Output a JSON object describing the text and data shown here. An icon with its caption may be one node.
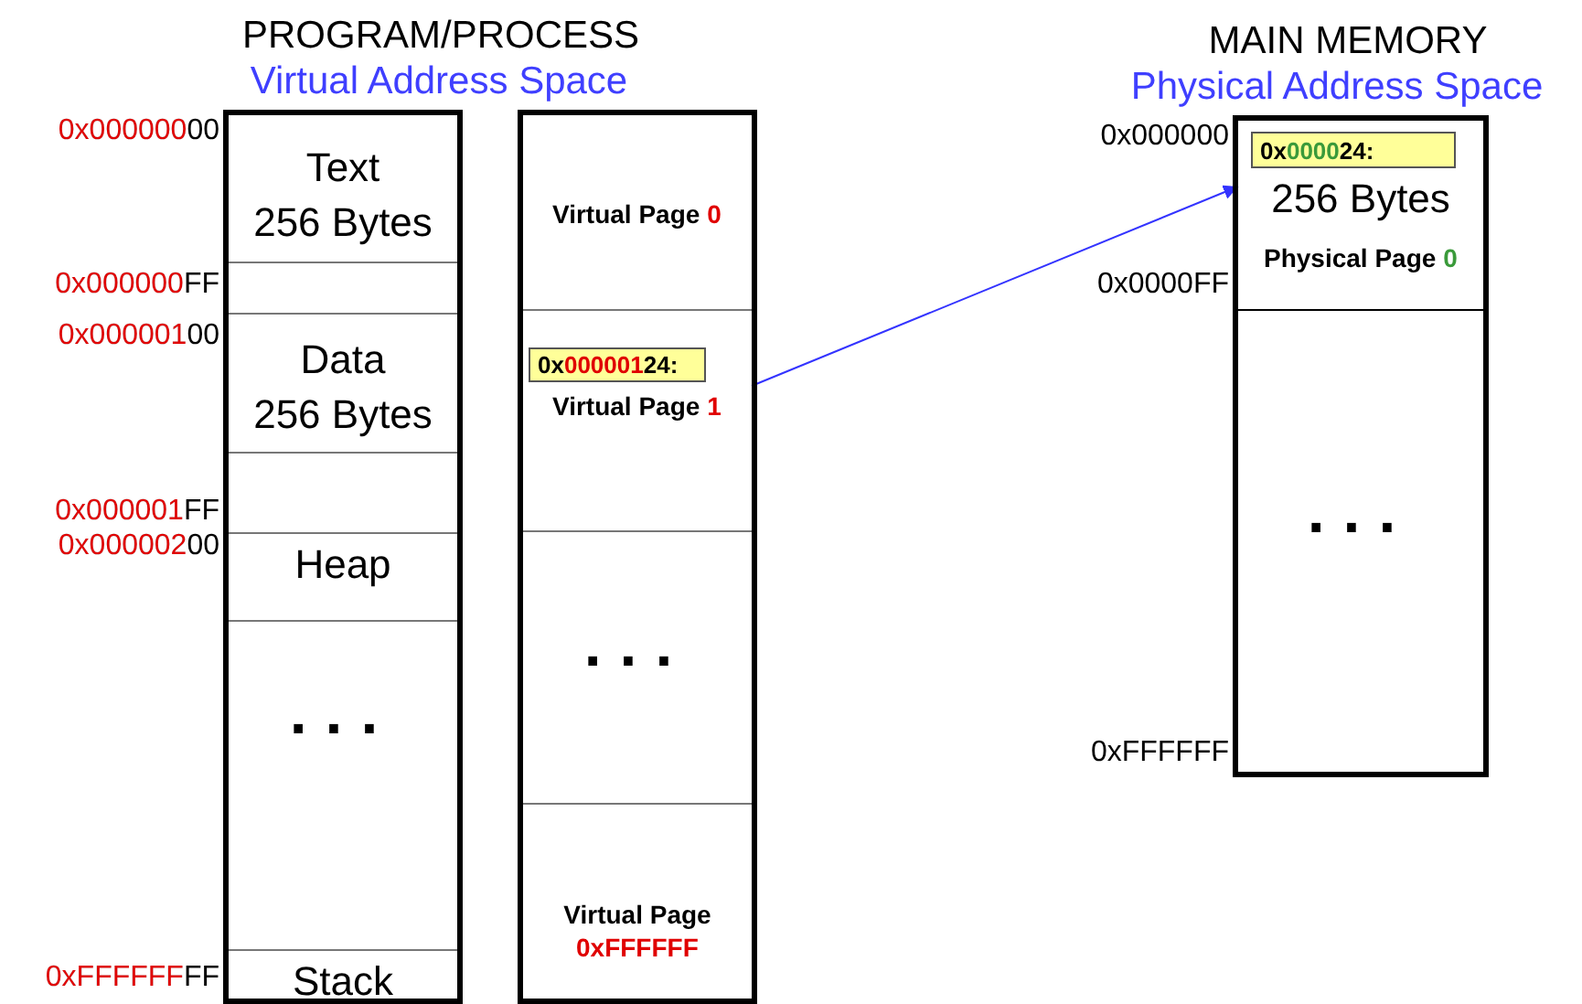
{
  "diagram": {
    "nodes": [
      {
        "text": [
          "Text",
          "256 Bytes"
        ]
      },
      {
        "text": [],
        "shape": "box"
      },
      {
        "text": [
          "Data",
          "256 Bytes"
        ]
      },
      {
        "text": [],
        "shape": "box"
      },
      {
        "text": [
          "Heap"
        ]
      },
      {
        "text": [
          "..."
        ]
      },
      {
        "text": [
          "Stack"
        ]
      },
      {
        "text": [
          "Virtual Page 0"
        ]
      },
      {
        "text": [
          "Virtual Page 1"
        ]
      },
      {
        "text": [
          "0x00000124:"
        ],
        "in": 8
      },
      {
        "text": [
          "..."
        ]
      },
      {
        "text": [
          "Virtual Page",
          "0xFFFFFF"
        ]
      },
      {
        "text": [
          "256 Bytes",
          "Physical Page 0"
        ]
      },
      {
        "text": [
          "0x000024:"
        ],
        "in": 12
      },
      {
        "text": [
          "..."
        ]
      }
    ],
    "edges": [
      {
        "from": 8,
        "to": 12,
        "arrow": "to",
        "color": "#3333ff"
      }
    ],
    "labels": [
      "PROGRAM/PROCESS",
      "Virtual Address Space",
      "MAIN MEMORY",
      "Physical Address Space",
      "0x00000000",
      "0x000000FF",
      "0x00000100",
      "0x000001FF",
      "0x00000200",
      "0xFFFFFFFF",
      "0x000000",
      "0x0000FF",
      "0xFFFFFF"
    ]
  }
}
